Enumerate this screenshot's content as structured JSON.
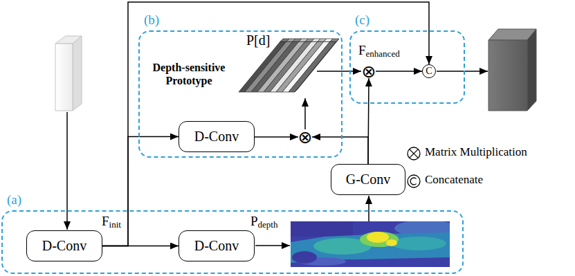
{
  "diagram": {
    "nodes": [
      {
        "text": [
          "(b)",
          "P[d]",
          "Depth-sensitive Prototype"
        ]
      },
      {
        "text": [
          "D-Conv"
        ],
        "in": 0
      },
      {
        "text": [
          "⊗"
        ],
        "in": 0
      },
      {
        "text": [
          "(c)",
          "F",
          "enhanced"
        ]
      },
      {
        "text": [
          "⊗"
        ],
        "in": 3
      },
      {
        "text": [
          "C"
        ],
        "in": 3
      },
      {
        "text": [
          "G-Conv"
        ]
      },
      {
        "text": [
          "(a)"
        ]
      },
      {
        "text": [
          "D-Conv"
        ],
        "in": 7
      },
      {
        "text": [
          "D-Conv"
        ],
        "in": 7
      }
    ],
    "edges": [
      {
        "from": 8,
        "to": 9,
        "arrow": "to"
      },
      {
        "from": 8,
        "to": 1,
        "arrow": "to"
      },
      {
        "from": 8,
        "to": 5,
        "arrow": "to"
      },
      {
        "from": 1,
        "to": 2,
        "arrow": "to"
      },
      {
        "from": 6,
        "to": 2,
        "arrow": "to"
      },
      {
        "from": 6,
        "to": 4,
        "arrow": "to"
      },
      {
        "from": 4,
        "to": 5,
        "arrow": "to"
      }
    ],
    "labels": [
      "F",
      "init",
      "P",
      "depth"
    ],
    "legend": [
      {
        "text": "Matrix Multiplication"
      },
      {
        "text": "Concatenate"
      }
    ]
  }
}
